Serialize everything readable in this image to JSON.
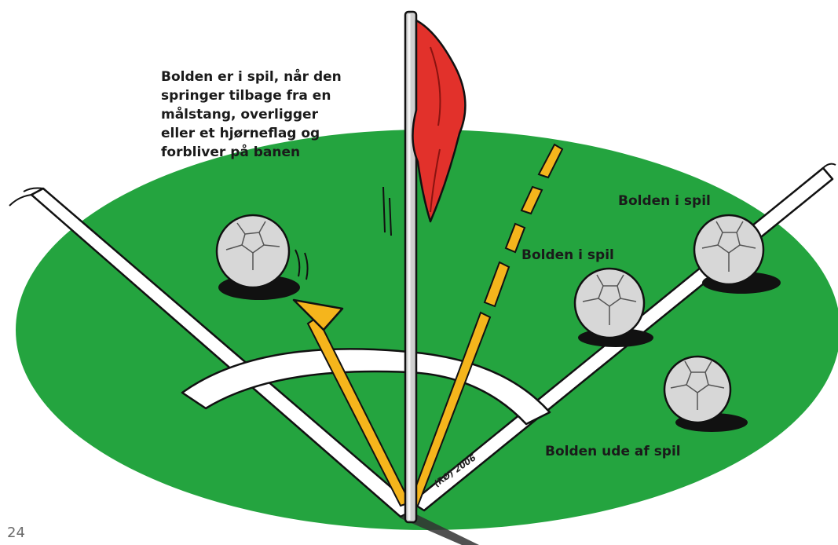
{
  "intro_lines": [
    "Bolden er i spil, når den",
    "springer tilbage fra en",
    "målstang, overligger",
    "eller et hjørneflag og",
    "forbliver på banen"
  ],
  "labels": {
    "in_play_top": "Bolden i spil",
    "in_play_mid": "Bolden i spil",
    "out_of_play": "Bolden ude af spil"
  },
  "signature": "(RØ) 2006",
  "page_number": "24",
  "colors": {
    "pitch": "#24a43f",
    "line": "#ffffff",
    "outline": "#111111",
    "flag": "#e2312b",
    "arrow": "#f5b51c",
    "ball": "#d7d7d7"
  }
}
